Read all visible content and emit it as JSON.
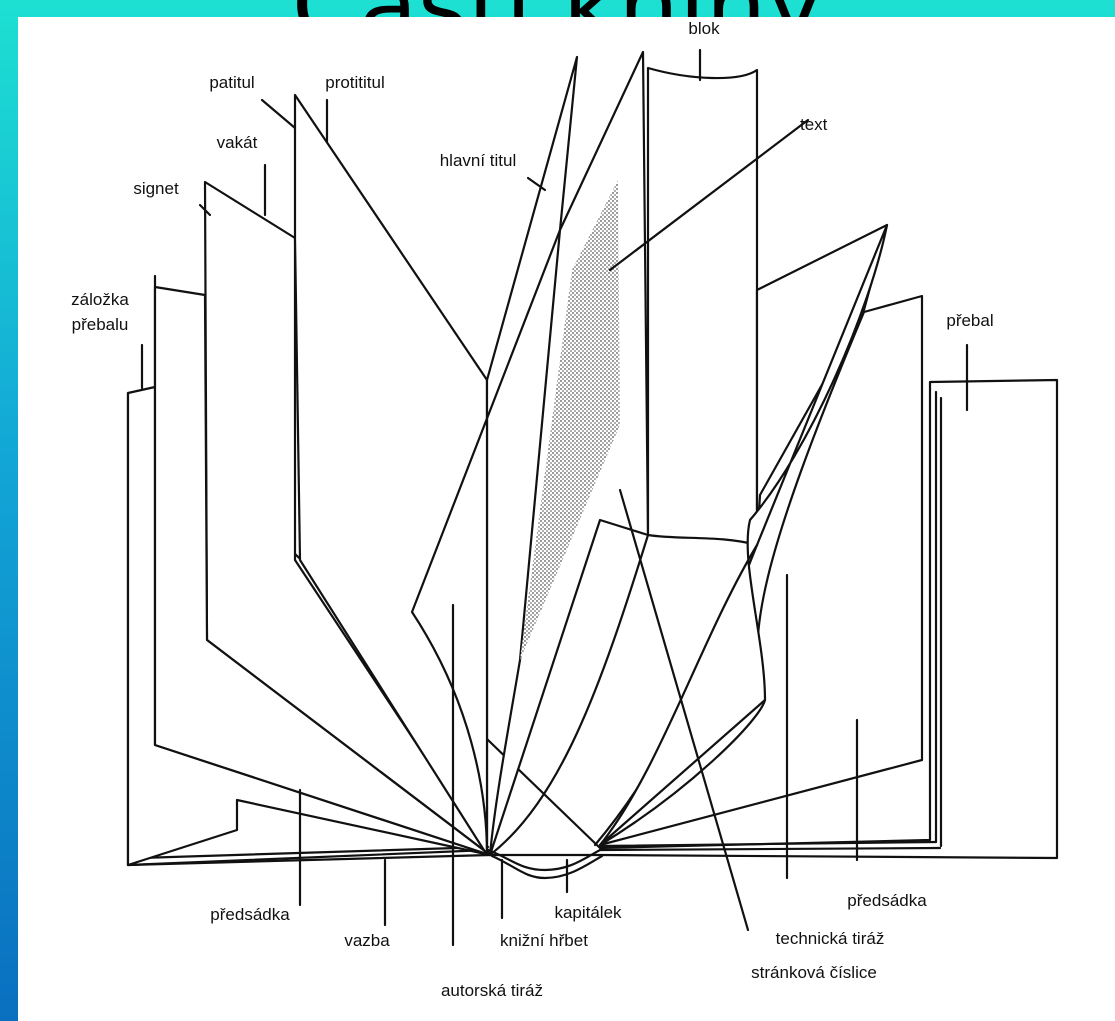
{
  "title": "Části knihy",
  "labels": {
    "blok": "blok",
    "text": "text",
    "patitul": "patitul",
    "protititul": "protititul",
    "vakat": "vakát",
    "hlavni_titul": "hlavní titul",
    "signet": "signet",
    "zalozka_prebalu_1": "záložka",
    "zalozka_prebalu_2": "přebalu",
    "prebal": "přebal",
    "predsadka_left": "předsádka",
    "vazba": "vazba",
    "autorska_tiraz": "autorská tiráž",
    "knizni_hrbet": "knižní hřbet",
    "kapitalek": "kapitálek",
    "strankova_cislice": "stránková číslice",
    "technicka_tiraz": "technická tiráž",
    "predsadka_right": "předsádka"
  }
}
